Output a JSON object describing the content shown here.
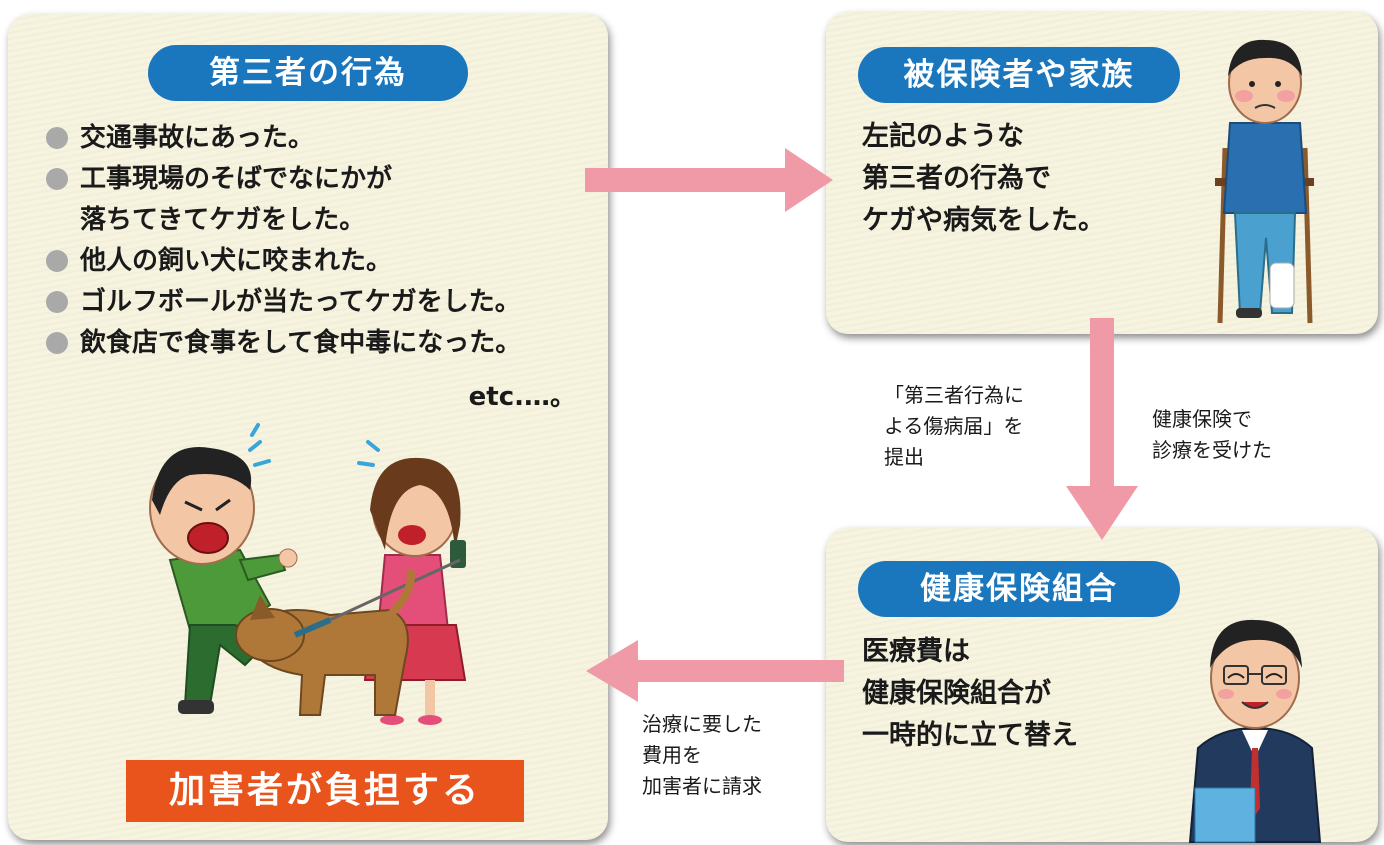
{
  "left_panel": {
    "title": "第三者の行為",
    "items": [
      {
        "lines": [
          "交通事故にあった。"
        ]
      },
      {
        "lines": [
          "工事現場のそばでなにかが",
          "落ちてきてケガをした。"
        ]
      },
      {
        "lines": [
          "他人の飼い犬に咬まれた。"
        ]
      },
      {
        "lines": [
          "ゴルフボールが当たってケガをした。"
        ]
      },
      {
        "lines": [
          "飲食店で食事をして食中毒になった。"
        ]
      }
    ],
    "etc": "etc.…。",
    "burden_label": "加害者が負担する"
  },
  "right_top_panel": {
    "title": "被保険者や家族",
    "desc_lines": [
      "左記のような",
      "第三者の行為で",
      "ケガや病気をした。"
    ]
  },
  "right_bottom_panel": {
    "title": "健康保険組合",
    "desc_lines": [
      "医療費は",
      "健康保険組合が",
      "一時的に立て替え"
    ]
  },
  "notes": {
    "form_lines": [
      "「第三者行為に",
      "よる傷病届」を",
      "提出"
    ],
    "kenpo_lines": [
      "健康保険で",
      "診療を受けた"
    ],
    "bill_lines": [
      "治療に要した",
      "費用を",
      "加害者に請求"
    ]
  },
  "colors": {
    "pill_blue": "#1b77bd",
    "panel_bg": "#f6f3df",
    "arrow_pink": "#ef9aa6",
    "burden_orange": "#e8541c"
  },
  "icons": [
    "fighting-people-illustration",
    "injured-person-illustration",
    "insurance-staff-illustration"
  ]
}
